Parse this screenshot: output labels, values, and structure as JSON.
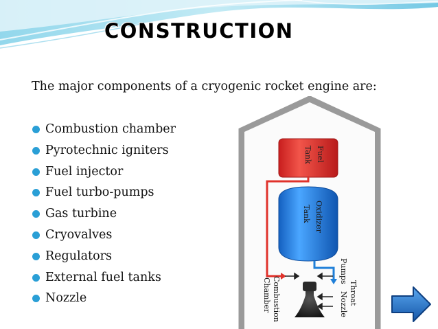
{
  "slide": {
    "title": "CONSTRUCTION",
    "intro": "The major components of a cryogenic rocket engine are:",
    "bullets": [
      "Combustion chamber",
      "Pyrotechnic igniters",
      "Fuel injector",
      "Fuel turbo-pumps",
      "Gas turbine",
      "Cryovalves",
      "Regulators",
      "External fuel tanks",
      "Nozzle"
    ]
  },
  "diagram": {
    "fuel_tank": [
      "Fuel",
      "Tank"
    ],
    "oxidizer_tank": [
      "Oxidizer",
      "Tank"
    ],
    "pumps": "Pumps",
    "throat": "Throat",
    "combustion_chamber": [
      "Combustion",
      "Chamber"
    ],
    "nozzle": "Nozzle"
  },
  "colors": {
    "accent": "#2a9fd6",
    "fuel_tank": "#e0322b",
    "oxidizer_tank": "#1f7fd8",
    "fuel_line": "#e0322b",
    "oxidizer_line": "#1f7fd8",
    "nav_arrow": "#1f6fc6"
  },
  "icons": {
    "bullet": "circle-bullet-icon",
    "next": "arrow-right-icon"
  }
}
